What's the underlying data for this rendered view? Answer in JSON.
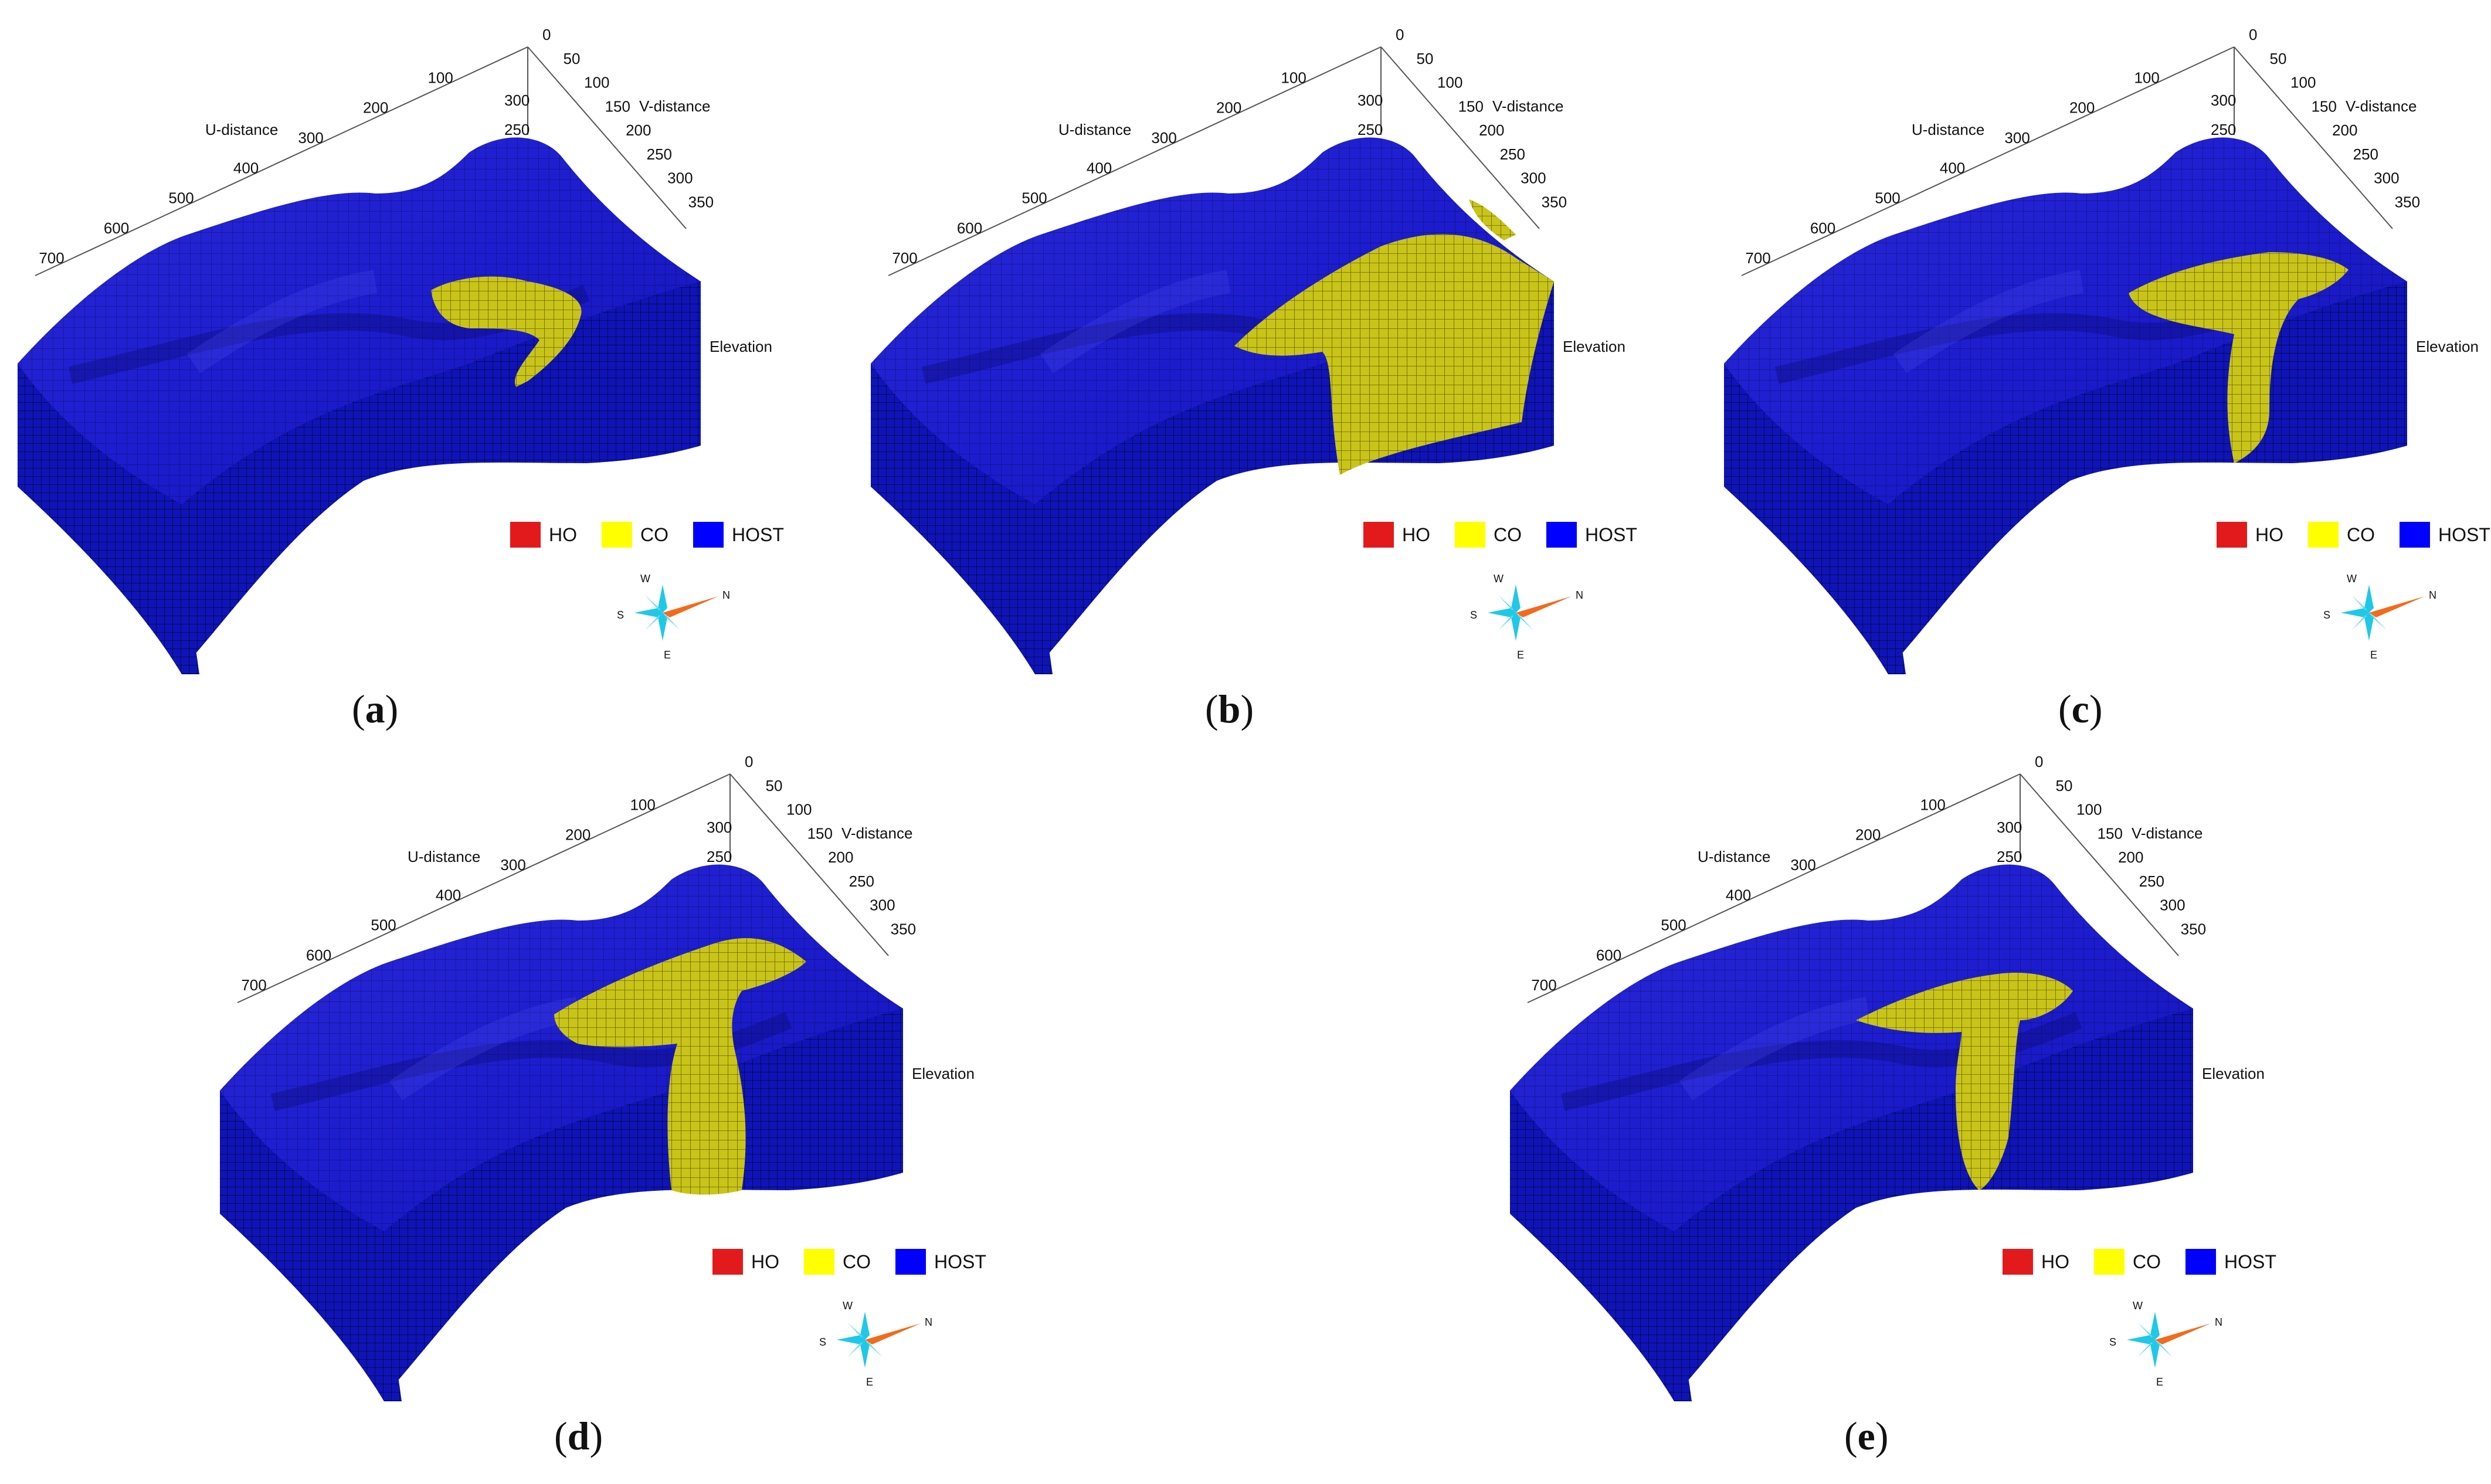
{
  "axes": {
    "u_label": "U-distance",
    "v_label": "V-distance",
    "z_label": "Elevation",
    "u_ticks": [
      "100",
      "200",
      "300",
      "400",
      "500",
      "600",
      "700"
    ],
    "v_ticks": [
      "0",
      "50",
      "100",
      "150",
      "200",
      "250",
      "300",
      "350"
    ],
    "z_ticks": [
      "300",
      "250"
    ]
  },
  "legend": [
    {
      "label": "HO",
      "color": "#e31a1c"
    },
    {
      "label": "CO",
      "color": "#ffff00"
    },
    {
      "label": "HOST",
      "color": "#0000ff"
    }
  ],
  "compass": {
    "n": "N",
    "s": "S",
    "e": "E",
    "w": "W"
  },
  "colors": {
    "host": "#1a1acc",
    "host_side": "#0f14b8",
    "co": "#c9c41a",
    "grid": "#0a0a3a"
  },
  "panels": [
    {
      "caption": "a",
      "co_extent": "small"
    },
    {
      "caption": "b",
      "co_extent": "large"
    },
    {
      "caption": "c",
      "co_extent": "medium"
    },
    {
      "caption": "d",
      "co_extent": "medium-large"
    },
    {
      "caption": "e",
      "co_extent": "medium-small"
    }
  ]
}
